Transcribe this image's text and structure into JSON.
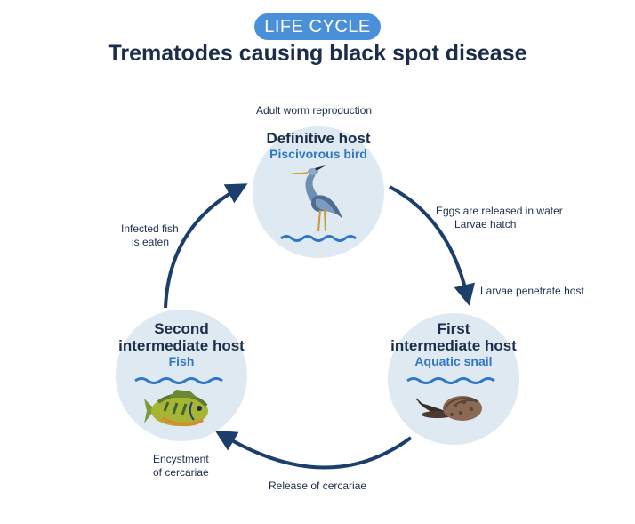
{
  "header": {
    "badge": "LIFE CYCLE",
    "title": "Trematodes causing black spot disease"
  },
  "hosts": {
    "definitive": {
      "title": "Definitive host",
      "subtitle": "Piscivorous bird",
      "icon": "heron-icon"
    },
    "first": {
      "title_line1": "First",
      "title_line2": "intermediate host",
      "subtitle": "Aquatic snail",
      "icon": "snail-icon"
    },
    "second": {
      "title_line1": "Second",
      "title_line2": "intermediate host",
      "subtitle": "Fish",
      "icon": "fish-icon"
    }
  },
  "steps": {
    "adult_reproduction": "Adult worm reproduction",
    "eggs_line1": "Eggs are released in water",
    "eggs_line2": "Larvae hatch",
    "larvae_penetrate": "Larvae penetrate host",
    "release_cercariae": "Release of cercariae",
    "encystment_line1": "Encystment",
    "encystment_line2": "of cercariae",
    "infected_line1": "Infected fish",
    "infected_line2": "is eaten"
  },
  "colors": {
    "badge": "#4a90d9",
    "navy": "#1c2d4a",
    "accent_blue": "#2e78c5",
    "circle": "#dfe9f2",
    "water": "#2e78c5"
  }
}
